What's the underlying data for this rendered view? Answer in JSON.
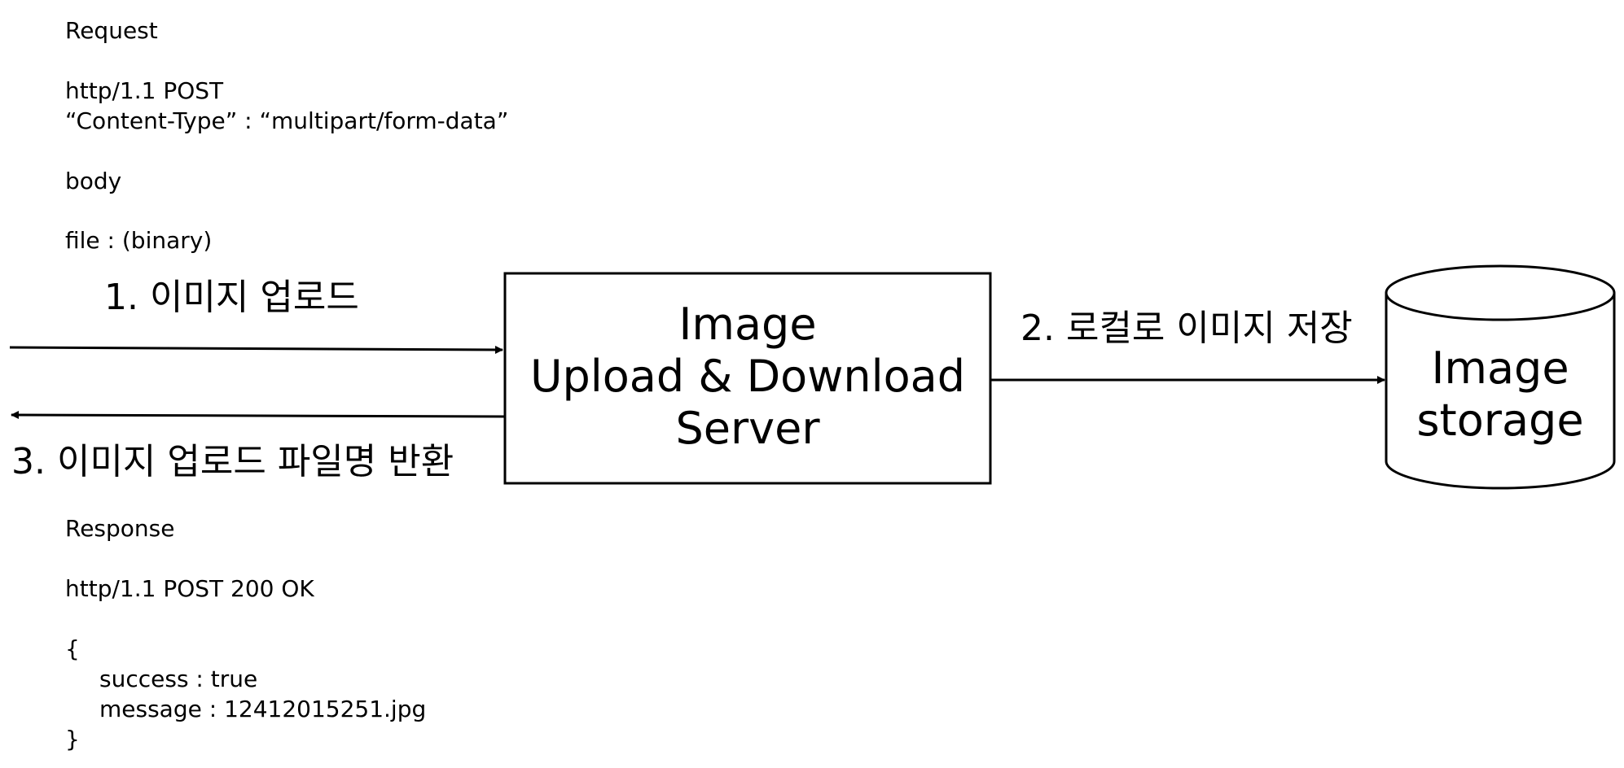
{
  "request": {
    "title": "Request",
    "line1": "http/1.1 POST",
    "line2": "“Content-Type” : “multipart/form-data”",
    "body_label": "body",
    "file_line": "file : (binary)"
  },
  "steps": {
    "upload": "1. 이미지 업로드",
    "save": "2. 로컬로 이미지 저장",
    "return": "3. 이미지 업로드 파일명 반환"
  },
  "server": {
    "line1": "Image",
    "line2": "Upload & Download",
    "line3": "Server"
  },
  "storage": {
    "line1": "Image",
    "line2": "storage"
  },
  "response": {
    "title": "Response",
    "status": "http/1.1 POST 200 OK",
    "open_brace": "{",
    "success": "success : true",
    "message": "message : 12412015251.jpg",
    "close_brace": "}"
  }
}
